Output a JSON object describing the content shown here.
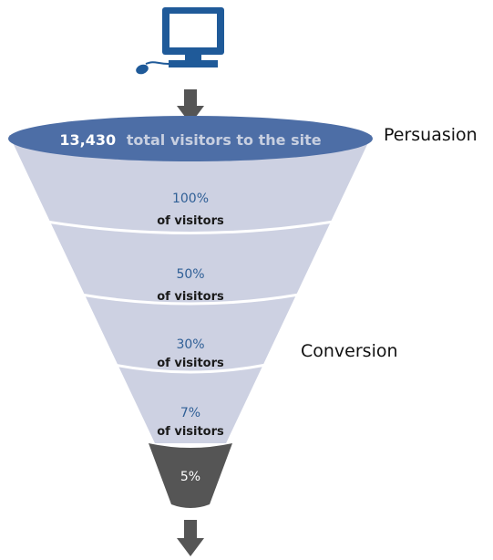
{
  "header": {
    "total_value": "13,430",
    "total_text": "total visitors to the site"
  },
  "side_labels": {
    "top": "Persuasion",
    "middle": "Conversion"
  },
  "stages": [
    {
      "percent": "100%",
      "label": "of visitors"
    },
    {
      "percent": "50%",
      "label": "of visitors"
    },
    {
      "percent": "30%",
      "label": "of visitors"
    },
    {
      "percent": "7%",
      "label": "of visitors"
    }
  ],
  "bottom_stage": {
    "percent": "5%"
  },
  "colors": {
    "ellipse": "#4d6ea6",
    "funnel": "#cdd1e2",
    "divider": "#ffffff",
    "percent_text": "#2f5f96",
    "label_text": "#1a1a1a",
    "bottom": "#555555",
    "arrow": "#555555",
    "computer": "#1f5a99"
  },
  "icons": {
    "computer": "desktop-computer-icon",
    "arrow": "down-arrow-icon"
  }
}
